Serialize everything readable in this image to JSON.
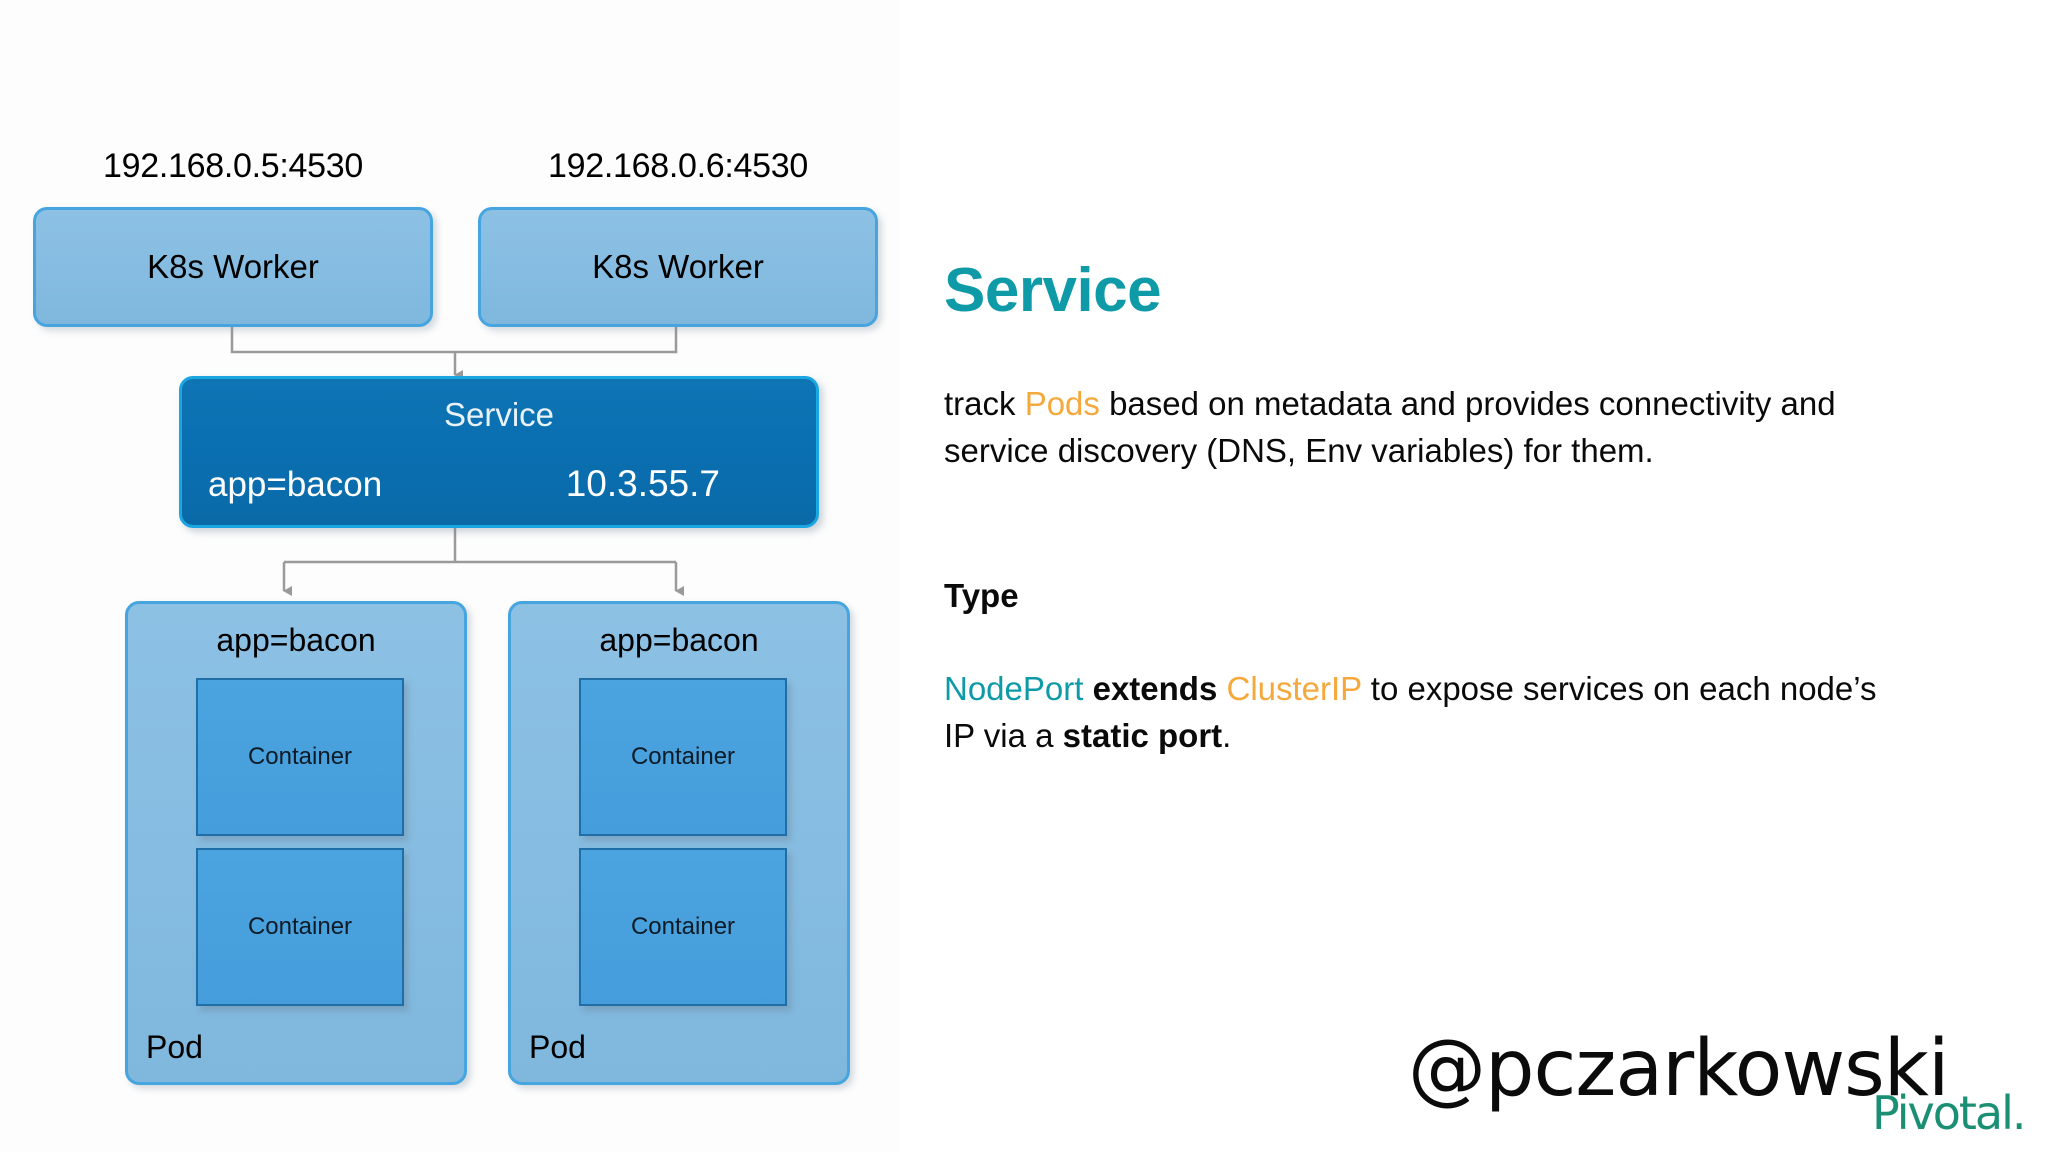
{
  "diagram": {
    "workers": [
      {
        "ip": "192.168.0.5:4530",
        "label": "K8s Worker"
      },
      {
        "ip": "192.168.0.6:4530",
        "label": "K8s Worker"
      }
    ],
    "service": {
      "title": "Service",
      "selector": "app=bacon",
      "cluster_ip": "10.3.55.7"
    },
    "pods": [
      {
        "tag": "app=bacon",
        "name": "Pod",
        "containers": [
          "Container",
          "Container"
        ]
      },
      {
        "tag": "app=bacon",
        "name": "Pod",
        "containers": [
          "Container",
          "Container"
        ]
      }
    ]
  },
  "text": {
    "heading": "Service",
    "para_1": {
      "seg_1": "track ",
      "seg_pods": "Pods",
      "seg_2": " based on metadata and provides connectivity and service discovery (DNS, Env variables) for them."
    },
    "type_heading": "Type",
    "para_2": {
      "seg_nodeport": "NodePort",
      "seg_space_1": " ",
      "seg_extends": "extends",
      "seg_space_2": " ",
      "seg_clusterip": "ClusterIP",
      "seg_mid": " to expose services on each node’s IP via a ",
      "seg_static": "static port",
      "seg_end": "."
    }
  },
  "watermark": {
    "handle": "@pczarkowski",
    "brand": "Pivotal."
  },
  "colors": {
    "accent_teal": "#0e9aa7",
    "accent_orange": "#f5a93c",
    "service_blue": "#0a6fb0",
    "node_blue": "#86bce1",
    "container_blue": "#459ddb",
    "connector_grey": "#9a9a9a",
    "pivotal_green": "#1b8f74"
  }
}
